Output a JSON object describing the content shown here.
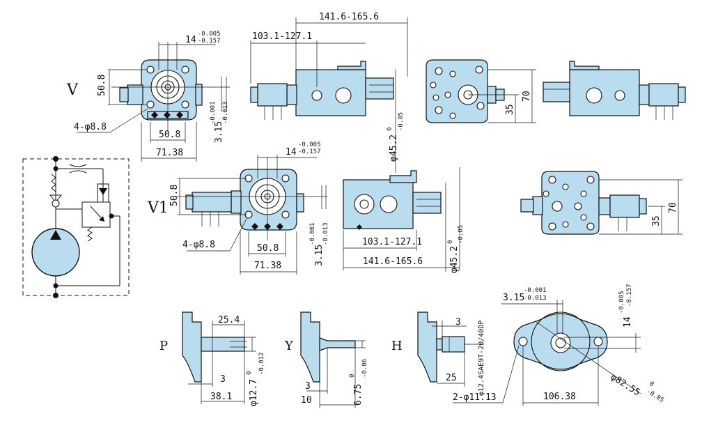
{
  "labels": {
    "v": "V",
    "v1": "V1",
    "p": "P",
    "y": "Y",
    "h": "H"
  },
  "dimensions": {
    "v_top": "14",
    "v_top_tol_upper": "-0.005",
    "v_top_tol_lower": "-0.157",
    "v_height": "50.8",
    "v_width": "50.8",
    "v_width2": "71.38",
    "v_holes": "4-φ8.8",
    "v_key": "3.15",
    "v_key_tol_upper": "-0.001",
    "v_key_tol_lower": "-0.013",
    "side_len1": "141.6-165.6",
    "side_len2": "103.1-127.1",
    "side_dia": "φ45.2",
    "side_dia_tol_upper": "0",
    "side_dia_tol_lower": "-0.05",
    "rear_h1": "70",
    "rear_h2": "35",
    "v1_top": "14",
    "v1_top_tol_upper": "-0.005",
    "v1_top_tol_lower": "-0.157",
    "v1_height": "50.8",
    "v1_width": "50.8",
    "v1_width2": "71.38",
    "v1_holes": "4-φ8.8",
    "v1_key": "3.15",
    "v1_key_tol_upper": "-0.001",
    "v1_key_tol_lower": "-0.013",
    "v1_side_len2": "103.1-127.1",
    "v1_side_len1": "141.6-165.6",
    "v1_side_dia": "φ45.2",
    "v1_side_dia_tol_upper": "0",
    "v1_side_dia_tol_lower": "-0.05",
    "v1_rear_h1": "70",
    "v1_rear_h2": "35",
    "p_len1": "25.4",
    "p_len2": "3",
    "p_len3": "38.1",
    "p_dia": "φ12.7",
    "p_dia_tol_upper": "0",
    "p_dia_tol_lower": "-0.012",
    "y_len1": "3",
    "y_len2": "10",
    "y_dia": "6.75",
    "y_dia_tol_upper": "0",
    "y_dia_tol_lower": "-0.06",
    "h_len1": "3",
    "h_len2": "25",
    "h_spline": "φ12.4SAE9T-20/40DP",
    "flange_key": "3.15",
    "flange_key_tol_upper": "-0.001",
    "flange_key_tol_lower": "-0.013",
    "flange_top": "14",
    "flange_top_tol_upper": "-0.005",
    "flange_top_tol_lower": "-0.157",
    "flange_dia": "φ82.55",
    "flange_dia_tol_upper": "0",
    "flange_dia_tol_lower": "-0.05",
    "flange_width": "106.38",
    "flange_holes": "2-φ11.13"
  },
  "colors": {
    "body": "#b9dcef",
    "line": "#111111"
  }
}
